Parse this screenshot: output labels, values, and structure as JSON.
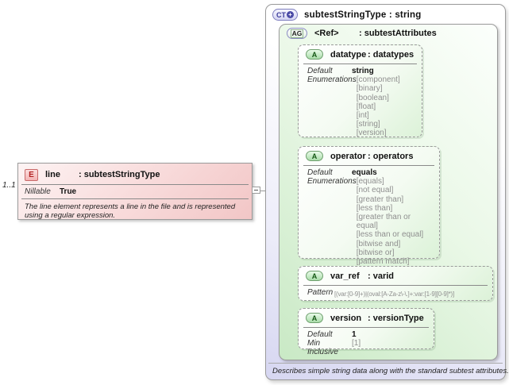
{
  "diagram": {
    "element": {
      "cardinality": "1..1",
      "badge": "E",
      "name": "line",
      "type": ": subtestStringType",
      "nillable_label": "Nillable",
      "nillable_value": "True",
      "description": "The line element represents a line in the file and is represented using a regular expression."
    },
    "complex_type": {
      "badge": "CT",
      "badge_plus": "+",
      "title": "subtestStringType : string",
      "footer": "Describes simple string data along with the standard subtest attributes.",
      "attribute_group": {
        "badge": "AG",
        "name": "<Ref>",
        "type": ": subtestAttributes",
        "attributes": [
          {
            "badge": "A",
            "name": "datatype",
            "type": ": datatypes",
            "default_label": "Default",
            "default_value": "string",
            "enum_label": "Enumerations",
            "enums": [
              "[component]",
              "[binary]",
              "[boolean]",
              "[float]",
              "[int]",
              "[string]",
              "[version]"
            ]
          },
          {
            "badge": "A",
            "name": "operator",
            "type": ": operators",
            "default_label": "Default",
            "default_value": "equals",
            "enum_label": "Enumerations",
            "enums": [
              "[equals]",
              "[not equal]",
              "[greater than]",
              "[less than]",
              "[greater than or equal]",
              "[less than or equal]",
              "[bitwise and]",
              "[bitwise or]",
              "[pattern match]"
            ]
          },
          {
            "badge": "A",
            "name": "var_ref",
            "type": ": varid",
            "pattern_label": "Pattern",
            "pattern_value": "[(var:[0-9]+)|(oval:[A-Za-z\\-\\.]+:var:[1-9][0-9]*)]"
          },
          {
            "badge": "A",
            "name": "version",
            "type": ": versionType",
            "default_label": "Default",
            "default_value": "1",
            "min_label": "Min Inclusive",
            "min_value": "[1]"
          }
        ]
      }
    }
  },
  "colors": {
    "element_accent": "#f2c6c6",
    "complex_type_accent": "#d6d6f1",
    "attribute_accent": "#c9e9c5",
    "border": "#9a9a9a",
    "muted_text": "#8f8f8f"
  }
}
